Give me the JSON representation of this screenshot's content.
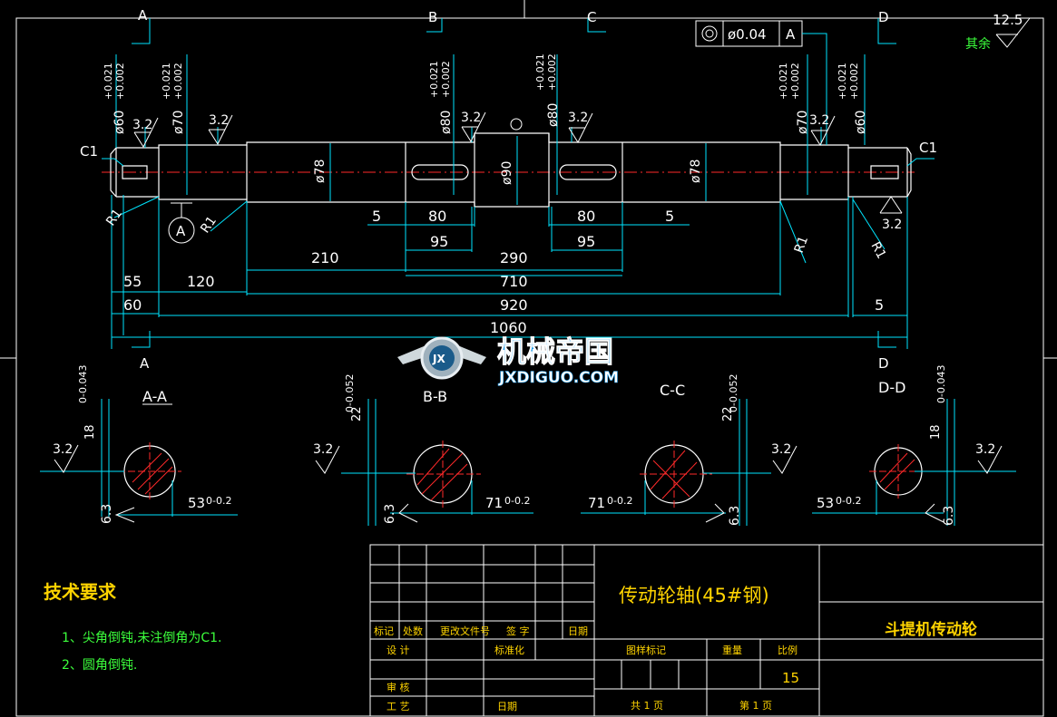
{
  "colors": {
    "background": "#000000",
    "outline": "#ffffff",
    "dimension": "#00e5ff",
    "centerline": "#ff2a2a",
    "text_green": "#3cff3c",
    "text_yellow": "#ffd400",
    "watermark_blue": "#1e9be8"
  },
  "section_markers": {
    "a": "A",
    "b": "B",
    "c": "C",
    "d": "D"
  },
  "roughness": {
    "global_value": "12.5",
    "global_note": "其余",
    "r32": "3.2",
    "r63": "6.3"
  },
  "tolerance_frame": {
    "symbol_icon": "concentricity-icon",
    "value": "ø0.04",
    "datum": "A"
  },
  "datum": {
    "label": "A"
  },
  "chamfer": {
    "c1": "C1"
  },
  "radius": {
    "r1": "R1"
  },
  "diameters": {
    "d60": "ø60",
    "d70": "ø70",
    "d80": "ø80",
    "d78": "ø78",
    "d90": "ø90",
    "tol_upper_021": "+0.021",
    "tol_lower_002": "+0.002"
  },
  "dims": {
    "d5": "5",
    "d80": "80",
    "d95": "95",
    "d210": "210",
    "d290": "290",
    "d710": "710",
    "d55": "55",
    "d120": "120",
    "d920": "920",
    "d60": "60",
    "d1060": "1060"
  },
  "sections": [
    {
      "title": "A-A",
      "width": "18",
      "width_tol": "0-0.043",
      "depth": "53",
      "depth_tol": "0-0.2"
    },
    {
      "title": "B-B",
      "width": "22",
      "width_tol": "0-0.052",
      "depth": "71",
      "depth_tol": "0-0.2"
    },
    {
      "title": "C-C",
      "width": "22",
      "width_tol": "0-0.052",
      "depth": "71",
      "depth_tol": "0-0.2"
    },
    {
      "title": "D-D",
      "width": "18",
      "width_tol": "0-0.043",
      "depth": "53",
      "depth_tol": "0-0.2"
    }
  ],
  "tech": {
    "heading": "技术要求",
    "note1": "1、尖角倒钝,未注倒角为C1.",
    "note2": "2、圆角倒钝."
  },
  "title_block": {
    "part_name": "传动轮轴(45#钢)",
    "project": "斗提机传动轮",
    "h_mark": "标记",
    "h_count": "处数",
    "h_doc": "更改文件号",
    "h_sign": "签 字",
    "h_date": "日期",
    "design": "设 计",
    "standard": "标准化",
    "check": "审 核",
    "process": "工 艺",
    "date2": "日期",
    "stage_mark": "图样标记",
    "weight": "重量",
    "scale": "比例",
    "scale_value": "15",
    "sheets_total": "共 1 页",
    "sheet_no": "第 1 页"
  },
  "watermark": {
    "name": "机械帝国",
    "url": "JXDIGUO.COM",
    "logo_text": "JX"
  }
}
